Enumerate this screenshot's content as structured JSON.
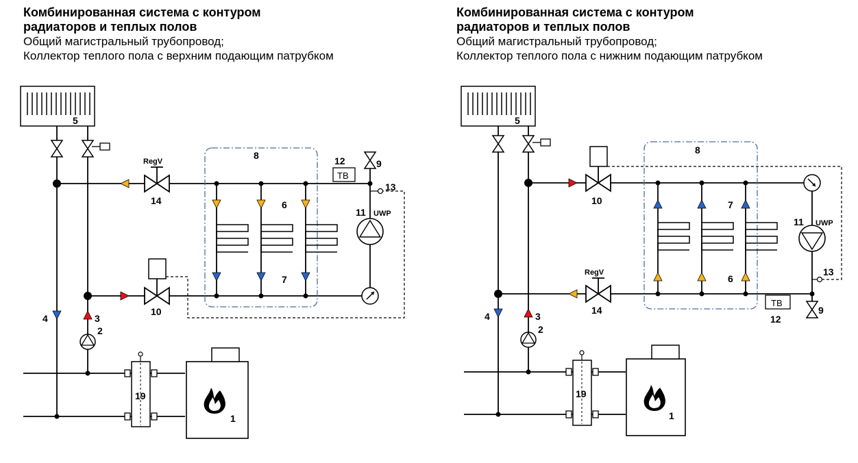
{
  "left": {
    "title_line1": "Комбинированная система с контуром",
    "title_line2": "радиаторов и теплых полов",
    "subtitle_line1": "Общий магистральный трубопровод;",
    "subtitle_line2": "Коллектор теплого пола с верхним подающим патрубком",
    "labels": {
      "n1": "1",
      "n2": "2",
      "n3": "3",
      "n4": "4",
      "n5": "5",
      "n6": "6",
      "n7": "7",
      "n8": "8",
      "n9": "9",
      "n10": "10",
      "n11": "11",
      "n12": "12",
      "n13": "13",
      "n14": "14",
      "n19": "19",
      "regv": "RegV",
      "uwp": "UWP",
      "tb": "ТВ"
    }
  },
  "right": {
    "title_line1": "Комбинированная система с контуром",
    "title_line2": "радиаторов и теплых полов",
    "subtitle_line1": "Общий магистральный трубопровод;",
    "subtitle_line2": "Коллектор теплого пола с нижним подающим патрубком",
    "labels": {
      "n1": "1",
      "n2": "2",
      "n3": "3",
      "n4": "4",
      "n5": "5",
      "n6": "6",
      "n7": "7",
      "n8": "8",
      "n9": "9",
      "n10": "10",
      "n11": "11",
      "n12": "12",
      "n13": "13",
      "n14": "14",
      "n19": "19",
      "regv": "RegV",
      "uwp": "UWP",
      "tb": "ТВ"
    }
  },
  "colors": {
    "supply_hot": "#e8101a",
    "warm": "#f5b31a",
    "return_cold": "#2a63c8",
    "pipe": "#000000",
    "boundary": "#4a6f96"
  }
}
